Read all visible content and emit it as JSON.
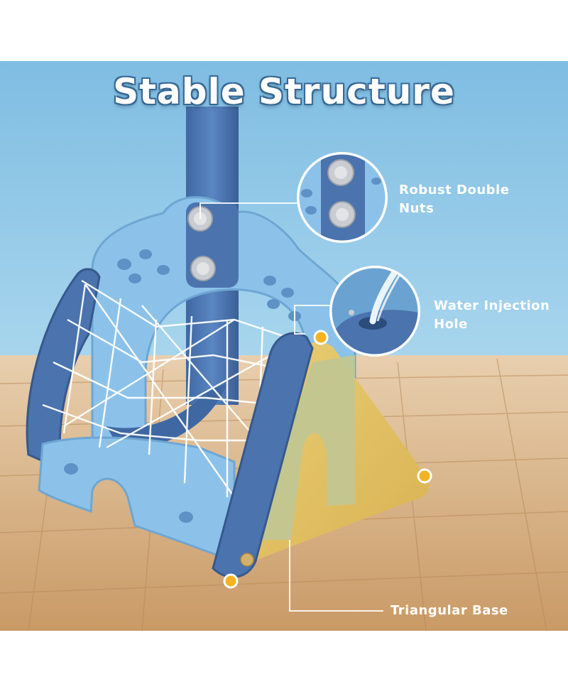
{
  "title": "Stable Structure",
  "callouts": {
    "nuts": {
      "line1": "Robust Double",
      "line2": "Nuts"
    },
    "water": {
      "line1": "Water Injection",
      "line2": "Hole"
    },
    "base": {
      "label": "Triangular Base"
    }
  },
  "colors": {
    "background_blue": "#8ec6e6",
    "floor_wood": "#d8b48a",
    "frame_dark_blue": "#4b73ad",
    "frame_light_blue": "#8cc2ea",
    "base_yellow": "#e6c86a",
    "base_green": "#c2c692",
    "marker_orange": "#f5b321",
    "net_white": "#ffffff"
  },
  "icons": [
    "nut-bolt-icon",
    "water-fill-icon",
    "marker-dot-icon"
  ]
}
